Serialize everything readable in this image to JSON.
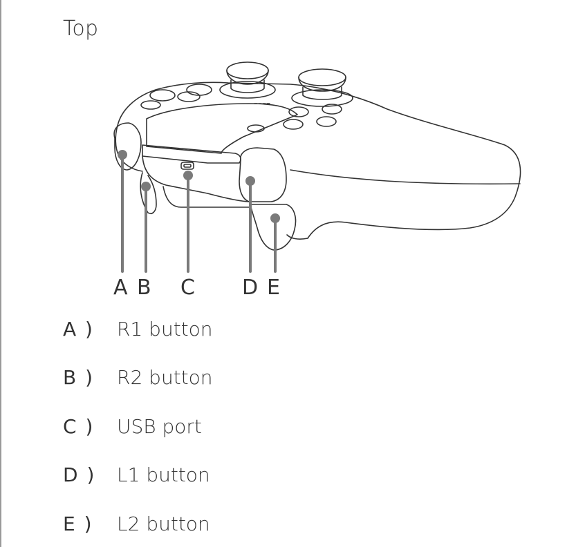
{
  "section_title": "Top",
  "diagram": {
    "subject": "controller-top-view",
    "callouts": [
      "A",
      "B",
      "C",
      "D",
      "E"
    ]
  },
  "legend": [
    {
      "key": "A )",
      "label": "R1 button"
    },
    {
      "key": "B )",
      "label": "R2 button"
    },
    {
      "key": "C )",
      "label": "USB port"
    },
    {
      "key": "D )",
      "label": "L1 button"
    },
    {
      "key": "E )",
      "label": "L2 button"
    }
  ]
}
